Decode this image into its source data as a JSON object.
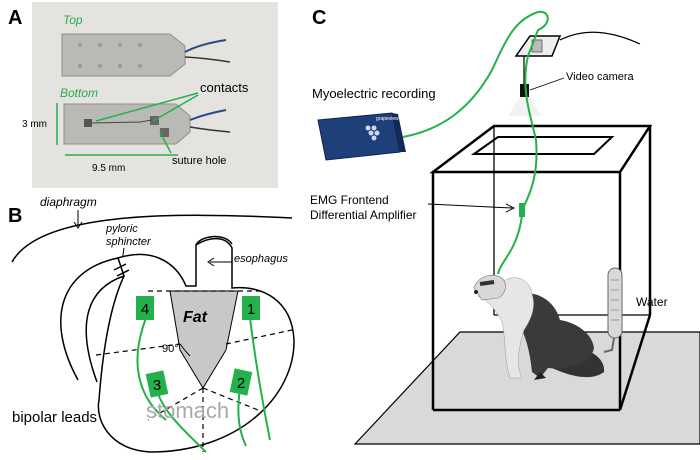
{
  "panels": {
    "a": {
      "letter": "A",
      "top_label": "Top",
      "bottom_label": "Bottom",
      "contacts_label": "contacts",
      "height_label": "3 mm",
      "width_label": "9.5 mm",
      "suture_label": "suture hole"
    },
    "b": {
      "letter": "B",
      "diaphragm_label": "diaphragm",
      "pyloric_label_1": "pyloric",
      "pyloric_label_2": "sphincter",
      "esophagus_label": "esophagus",
      "fat_label": "Fat",
      "angle_label": "90°",
      "stomach_label": "stomach",
      "bipolar_label": "bipolar leads",
      "electrodes": [
        "1",
        "2",
        "3",
        "4"
      ]
    },
    "c": {
      "letter": "C",
      "myoelectric_label": "Myoelectric recording",
      "camera_label": "Video camera",
      "emg_label_1": "EMG Frontend",
      "emg_label_2": "Differential Amplifier",
      "water_label": "Water",
      "device_brand": "grapeview"
    }
  },
  "colors": {
    "lead_green": "#22b14c",
    "label_green": "#2ea84a",
    "photo_bg": "#e4e3df",
    "fat_gray": "#c8c8c8",
    "floor_gray": "#d9d9d9",
    "device_blue": "#1f3f7a"
  }
}
